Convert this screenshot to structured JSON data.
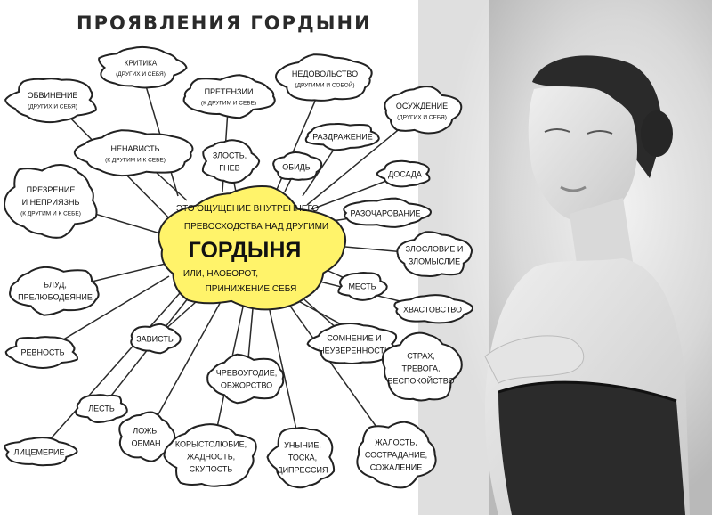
{
  "title": "ПРОЯВЛЕНИЯ ГОРДЫНИ",
  "center": {
    "line1": "ЭТО ОЩУЩЕНИЕ ВНУТРЕННЕГО",
    "line2": "ПРЕВОСХОДСТВА НАД ДРУГИМИ",
    "main": "ГОРДЫНЯ",
    "line3": "ИЛИ, НАОБОРОТ,",
    "line4": "ПРИНИЖЕНИЕ СЕБЯ",
    "fill": "#fff36a"
  },
  "nodes": [
    {
      "id": "kritika",
      "lines": [
        "КРИТИКА",
        "(ДРУГИХ И СЕБЯ)"
      ]
    },
    {
      "id": "nedovolstvo",
      "lines": [
        "НЕДОВОЛЬСТВО",
        "(ДРУГИМИ И СОБОЙ)"
      ]
    },
    {
      "id": "obvinenie",
      "lines": [
        "ОБВИНЕНИЕ",
        "(ДРУГИХ И СЕБЯ)"
      ]
    },
    {
      "id": "pretenzii",
      "lines": [
        "ПРЕТЕНЗИИ",
        "(К ДРУГИМ И СЕБЕ)"
      ]
    },
    {
      "id": "osuzhdenie",
      "lines": [
        "ОСУЖДЕНИЕ",
        "(ДРУГИХ И СЕБЯ)"
      ]
    },
    {
      "id": "nenavist",
      "lines": [
        "НЕНАВИСТЬ",
        "(К ДРУГИМ И К СЕБЕ)"
      ]
    },
    {
      "id": "razdrazhenie",
      "lines": [
        "РАЗДРАЖЕНИЕ"
      ]
    },
    {
      "id": "zlost",
      "lines": [
        "ЗЛОСТЬ,",
        "ГНЕВ"
      ]
    },
    {
      "id": "obidy",
      "lines": [
        "ОБИДЫ"
      ]
    },
    {
      "id": "dosada",
      "lines": [
        "ДОСАДА"
      ]
    },
    {
      "id": "prezrenie",
      "lines": [
        "ПРЕЗРЕНИЕ",
        "И НЕПРИЯЗНЬ",
        "(К ДРУГИМ И К СЕБЕ)"
      ]
    },
    {
      "id": "razocharovanie",
      "lines": [
        "РАЗОЧАРОВАНИЕ"
      ]
    },
    {
      "id": "zloslovie",
      "lines": [
        "ЗЛОСЛОВИЕ И",
        "ЗЛОМЫСЛИЕ"
      ]
    },
    {
      "id": "blud",
      "lines": [
        "БЛУД,",
        "ПРЕЛЮБОДЕЯНИЕ"
      ]
    },
    {
      "id": "mest",
      "lines": [
        "МЕСТЬ"
      ]
    },
    {
      "id": "hvastovstvo",
      "lines": [
        "ХВАСТОВСТВО"
      ]
    },
    {
      "id": "somnenie",
      "lines": [
        "СОМНЕНИЕ И",
        "НЕУВЕРЕННОСТЬ"
      ]
    },
    {
      "id": "revnost",
      "lines": [
        "РЕВНОСТЬ"
      ]
    },
    {
      "id": "zavist",
      "lines": [
        "ЗАВИСТЬ"
      ]
    },
    {
      "id": "strah",
      "lines": [
        "СТРАХ,",
        "ТРЕВОГА,",
        "БЕСПОКОЙСТВО"
      ]
    },
    {
      "id": "chrevougodie",
      "lines": [
        "ЧРЕВОУГОДИЕ,",
        "ОБЖОРСТВО"
      ]
    },
    {
      "id": "lest",
      "lines": [
        "ЛЕСТЬ"
      ]
    },
    {
      "id": "lozh",
      "lines": [
        "ЛОЖЬ,",
        "ОБМАН"
      ]
    },
    {
      "id": "koryst",
      "lines": [
        "КОРЫСТОЛЮБИЕ,",
        "ЖАДНОСТЬ,",
        "СКУПОСТЬ"
      ]
    },
    {
      "id": "unynie",
      "lines": [
        "УНЫНИЕ,",
        "ТОСКА,",
        "ДИПРЕССИЯ"
      ]
    },
    {
      "id": "zhalost",
      "lines": [
        "ЖАЛОСТЬ,",
        "СОСТРАДАНИЕ,",
        "СОЖАЛЕНИЕ"
      ]
    },
    {
      "id": "licemerie",
      "lines": [
        "ЛИЦЕМЕРИЕ"
      ]
    }
  ],
  "colors": {
    "line": "#2a2a2a",
    "cloud_stroke": "#222222",
    "center_fill": "#fff36a"
  }
}
